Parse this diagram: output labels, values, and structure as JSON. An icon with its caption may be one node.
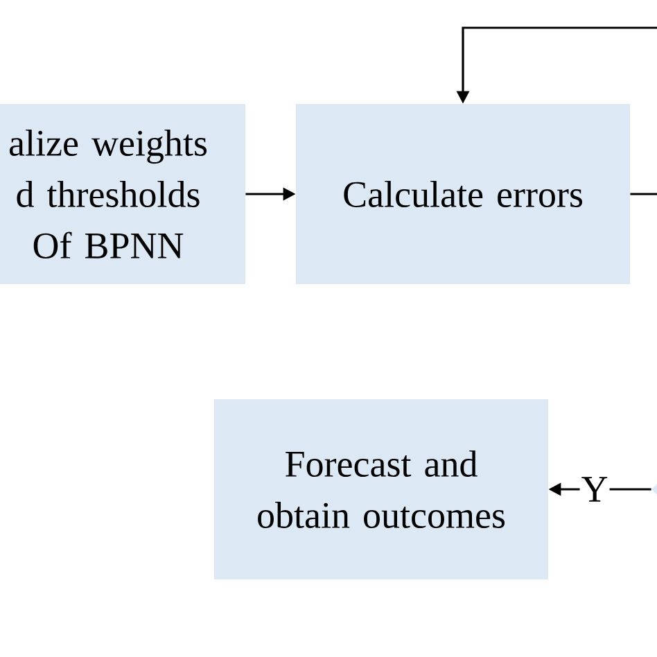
{
  "diagram": {
    "nodes": [
      {
        "text": [
          "alize weights d thresholds Of BPNN"
        ]
      },
      {
        "text": [
          "Calculate errors"
        ]
      },
      {
        "text": [
          "Forecast and obtain outcomes"
        ]
      },
      {
        "text": [],
        "shape": "diamond"
      }
    ],
    "edges": [
      {
        "from": 0,
        "to": 1,
        "arrow": "to"
      },
      {
        "from": null,
        "to": 1,
        "arrow": "to"
      },
      {
        "from": 1,
        "to": null,
        "arrow": "none"
      },
      {
        "from": 3,
        "to": 2,
        "label": "Y",
        "arrow": "to"
      }
    ]
  }
}
